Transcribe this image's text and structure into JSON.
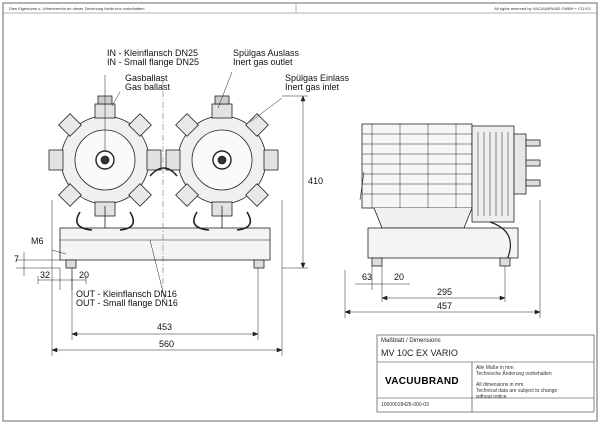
{
  "header": {
    "left_notice": "Dies Eigentums u. Urheberrecht an dieser Zeichnung bleibt uns vorbehalten!",
    "right_notice": "All rights reserved by VACUUBRAND GMBH + CO KG"
  },
  "callouts": {
    "in_de": "IN - Kleinflansch DN25",
    "in_en": "IN - Small flange DN25",
    "gasballast_de": "Gasballast",
    "gasballast_en": "Gas ballast",
    "purge_out_de": "Spülgas Auslass",
    "purge_out_en": "Inert gas outlet",
    "purge_in_de": "Spülgas Einlass",
    "purge_in_en": "Inert gas inlet",
    "out_de": "OUT - Kleinflansch DN16",
    "out_en": "OUT - Small flange DN16",
    "thread": "M6"
  },
  "dimensions": {
    "height": "410",
    "foot_offset": "7",
    "left_32": "32",
    "left_20": "20",
    "width_453": "453",
    "width_560": "560",
    "side_63": "63",
    "side_20": "20",
    "depth_295": "295",
    "depth_457": "457"
  },
  "title_block": {
    "sheet_label": "Maßblatt / Dimensions",
    "model": "MV 10C EX VARIO",
    "brand": "VACUUBRAND",
    "note_de_1": "Alle Maße in mm",
    "note_de_2": "Technische Änderung vorbehalten",
    "note_en_1": "All dimensions in mm",
    "note_en_2": "Technical data are subject to change",
    "note_en_3": "without notice",
    "doc_number": "10000018428-000-03"
  }
}
